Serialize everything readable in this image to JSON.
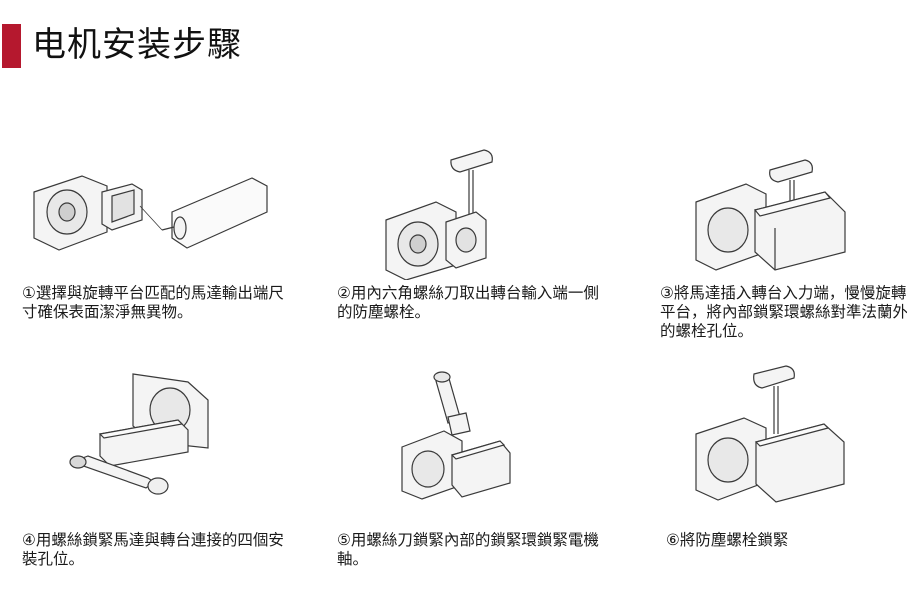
{
  "header": {
    "title": "电机安装步驟"
  },
  "steps": [
    {
      "caption": "①選擇與旋轉平台匹配的馬達輸出端尺寸確保表面潔淨無異物。",
      "image_icon": "motor-and-platform-separated-icon"
    },
    {
      "caption": "②用內六角螺絲刀取出轉台輸入端一側的防塵螺栓。",
      "image_icon": "hex-key-remove-bolt-icon"
    },
    {
      "caption": "③將馬達插入轉台入力端，慢慢旋轉平台，將內部鎖緊環螺絲對準法蘭外的螺栓孔位。",
      "image_icon": "motor-insert-align-icon"
    },
    {
      "caption": "④用螺絲鎖緊馬達與轉台連接的四個安裝孔位。",
      "image_icon": "wrench-tighten-mount-icon"
    },
    {
      "caption": "⑤用螺絲刀鎖緊內部的鎖緊環鎖緊電機軸。",
      "image_icon": "screwdriver-lock-ring-icon"
    },
    {
      "caption": "⑥將防塵螺栓鎖緊",
      "image_icon": "hex-key-fasten-bolt-icon"
    }
  ],
  "colors": {
    "accent": "#b5182e",
    "line": "#3a3a3a",
    "fill": "#f2f2f2"
  }
}
